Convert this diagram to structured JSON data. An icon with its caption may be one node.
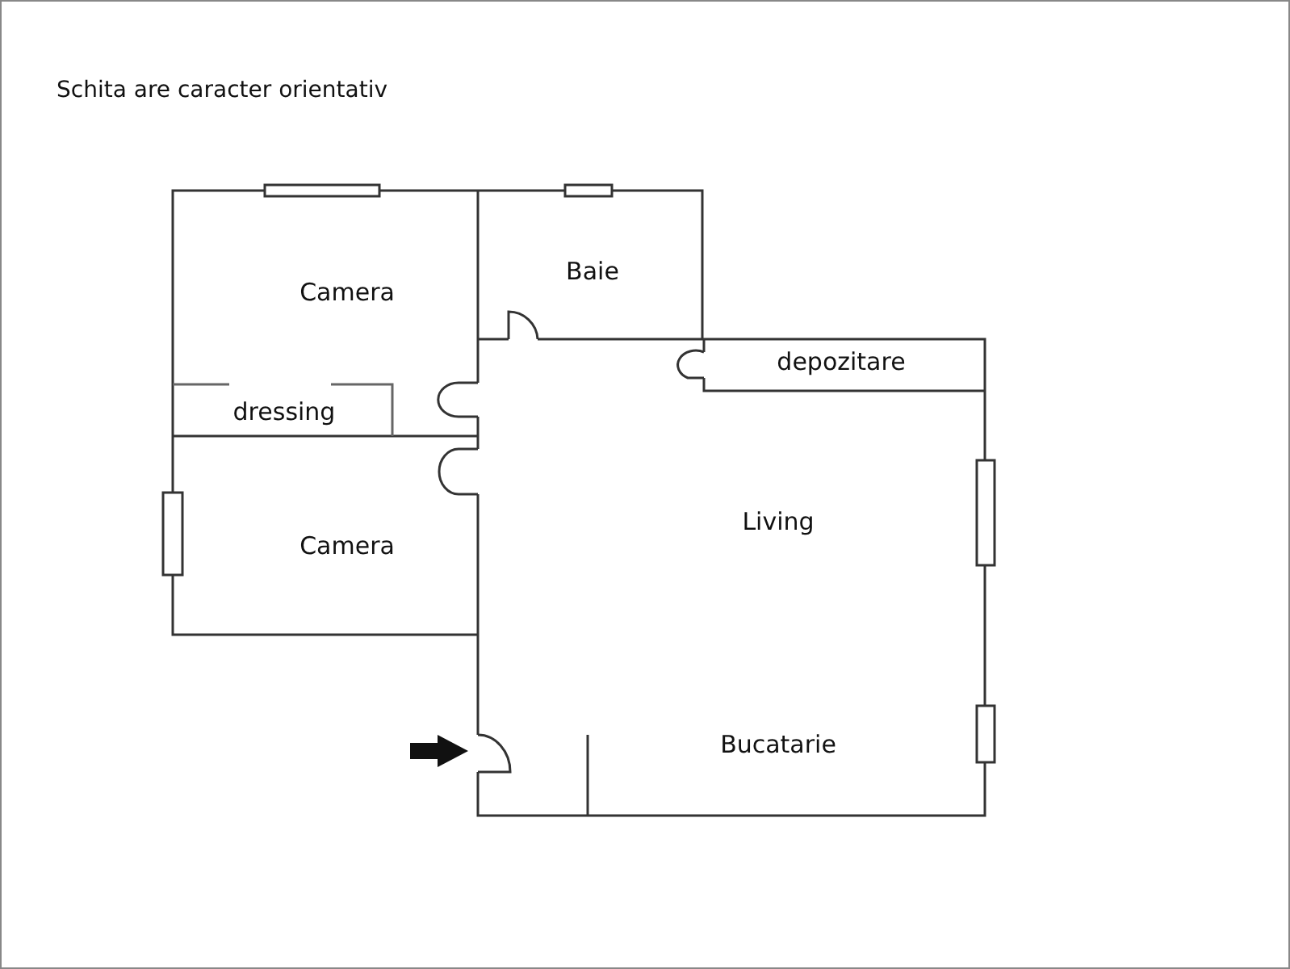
{
  "diagram": {
    "title": "Schita are caracter orientativ",
    "labels": [
      "Camera",
      "Baie",
      "depozitare",
      "dressing",
      "Camera",
      "Living",
      "Bucatarie"
    ]
  }
}
